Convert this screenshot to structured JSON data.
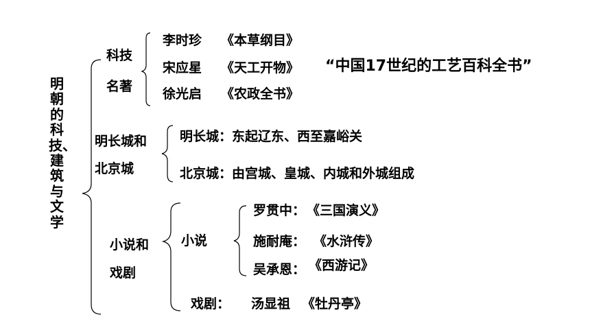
{
  "root": "明朝的科技、建筑与文学",
  "tech": {
    "label_line1": "科技",
    "label_line2": "名著",
    "items": [
      {
        "author": "李时珍",
        "work": "《本草纲目》"
      },
      {
        "author": "宋应星",
        "work": "《天工开物》",
        "note": "“中国17世纪的工艺百科全书”"
      },
      {
        "author": "徐光启",
        "work": "《农政全书》"
      }
    ]
  },
  "architecture": {
    "label_line1": "明长城和",
    "label_line2": "北京城",
    "items": [
      "明长城：东起辽东、西至嘉峪关",
      "北京城：由宫城、皇城、内城和外城组成"
    ]
  },
  "literature": {
    "label_line1": "小说和",
    "label_line2": "戏剧",
    "novel": {
      "label": "小说",
      "items": [
        {
          "author": "罗贯中：",
          "work": "《三国演义》"
        },
        {
          "author": "施耐庵：",
          "work": "《水浒传》"
        },
        {
          "author": "吴承恩：",
          "work": "《西游记》"
        }
      ]
    },
    "drama": {
      "label": "戏剧：",
      "author": "汤显祖",
      "work": "《牡丹亭》"
    }
  }
}
